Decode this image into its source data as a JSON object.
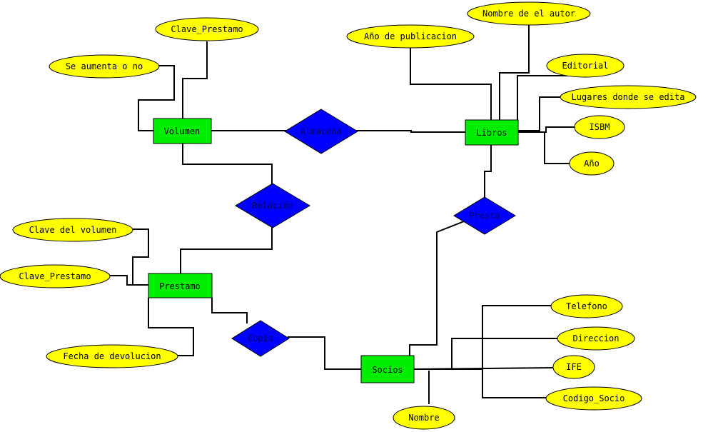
{
  "colors": {
    "attribute": "#ffff00",
    "entity": "#00ee00",
    "relationship": "#0000ff",
    "line": "#000000",
    "background": "#ffffff"
  },
  "entities": [
    {
      "id": "volumen",
      "label": "Volumen"
    },
    {
      "id": "libros",
      "label": "Libros"
    },
    {
      "id": "prestamo",
      "label": "Prestamo"
    },
    {
      "id": "socios",
      "label": "Socios"
    }
  ],
  "relationships": [
    {
      "id": "almacena",
      "label": "Almacena"
    },
    {
      "id": "relacion",
      "label": "Relación"
    },
    {
      "id": "presta",
      "label": "Presta"
    },
    {
      "id": "copia",
      "label": "Copia"
    }
  ],
  "attributes": [
    {
      "id": "vol-clave-prestamo",
      "label": "Clave_Prestamo",
      "of": "volumen"
    },
    {
      "id": "vol-aumenta",
      "label": "Se aumenta o no",
      "of": "volumen"
    },
    {
      "id": "lib-nombre-autor",
      "label": "Nombre de el autor",
      "of": "libros"
    },
    {
      "id": "lib-anio-publicacion",
      "label": "Año de publicacion",
      "of": "libros"
    },
    {
      "id": "lib-editorial",
      "label": "Editorial",
      "of": "libros"
    },
    {
      "id": "lib-lugares",
      "label": "Lugares donde se edita",
      "of": "libros"
    },
    {
      "id": "lib-isbm",
      "label": "ISBM",
      "of": "libros"
    },
    {
      "id": "lib-anio",
      "label": "Año",
      "of": "libros"
    },
    {
      "id": "pre-clave-volumen",
      "label": "Clave del volumen",
      "of": "prestamo"
    },
    {
      "id": "pre-clave-prestamo",
      "label": "Clave_Prestamo",
      "of": "prestamo"
    },
    {
      "id": "pre-fecha-devolucion",
      "label": "Fecha de devolucion",
      "of": "prestamo"
    },
    {
      "id": "soc-telefono",
      "label": "Telefono",
      "of": "socios"
    },
    {
      "id": "soc-direccion",
      "label": "Direccion",
      "of": "socios"
    },
    {
      "id": "soc-ife",
      "label": "IFE",
      "of": "socios"
    },
    {
      "id": "soc-codigo",
      "label": "Codigo_Socio",
      "of": "socios"
    },
    {
      "id": "soc-nombre",
      "label": "Nombre",
      "of": "socios"
    }
  ]
}
